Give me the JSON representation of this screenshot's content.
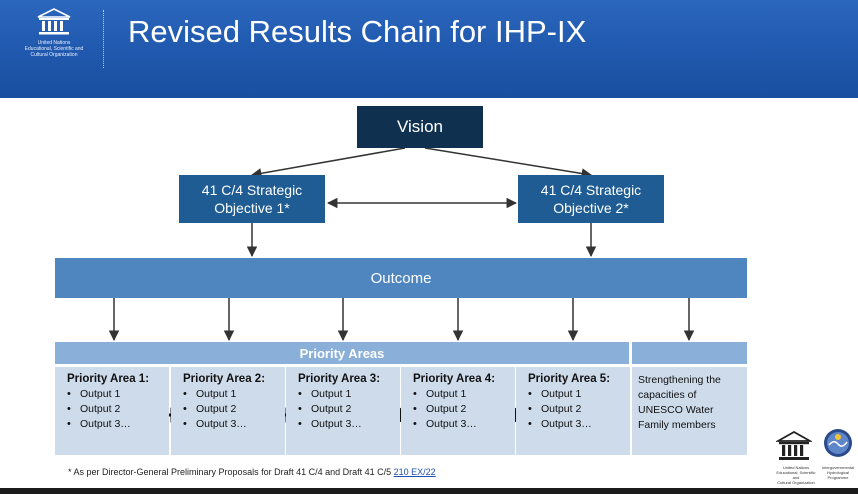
{
  "header": {
    "title": "Revised Results Chain for IHP-IX",
    "logo_lines": [
      "United Nations",
      "Educational, Scientific and",
      "Cultural Organization"
    ]
  },
  "diagram": {
    "vision": "Vision",
    "objective1": {
      "line1": "41 C/4 Strategic",
      "line2": "Objective 1*"
    },
    "objective2": {
      "line1": "41 C/4 Strategic",
      "line2": "Objective 2*"
    },
    "outcome": "Outcome",
    "priority_areas_header": "Priority Areas",
    "priority_areas": [
      {
        "title": "Priority Area 1:",
        "outputs": [
          "Output 1",
          "Output 2",
          "Output 3…"
        ]
      },
      {
        "title": "Priority Area 2:",
        "outputs": [
          "Output 1",
          "Output 2",
          "Output 3…"
        ]
      },
      {
        "title": "Priority Area 3:",
        "outputs": [
          "Output 1",
          "Output 2",
          "Output 3…"
        ]
      },
      {
        "title": "Priority Area 4:",
        "outputs": [
          "Output 1",
          "Output 2",
          "Output 3…"
        ]
      },
      {
        "title": "Priority Area 5:",
        "outputs": [
          "Output 1",
          "Output 2",
          "Output 3…"
        ]
      }
    ],
    "strengthening": [
      "Strengthening the",
      "capacities of",
      "UNESCO Water",
      "Family members"
    ]
  },
  "footnote": {
    "text": "* As per Director-General Preliminary Proposals for Draft 41 C/4 and Draft 41 C/5 ",
    "link": "210 EX/22"
  },
  "bottom_logos": {
    "unesco_lines": [
      "United Nations",
      "Educational, Scientific and",
      "Cultural Organization"
    ],
    "ihp_lines": [
      "Intergovernmental",
      "Hydrological",
      "Programme"
    ]
  },
  "colors": {
    "header_blue": "#1f58ad",
    "vision_navy": "#10304f",
    "objective_blue": "#1f5c93",
    "outcome_blue": "#4f86bf",
    "priority_header_blue": "#8aafd8",
    "priority_box_blue": "#cddbeb"
  }
}
